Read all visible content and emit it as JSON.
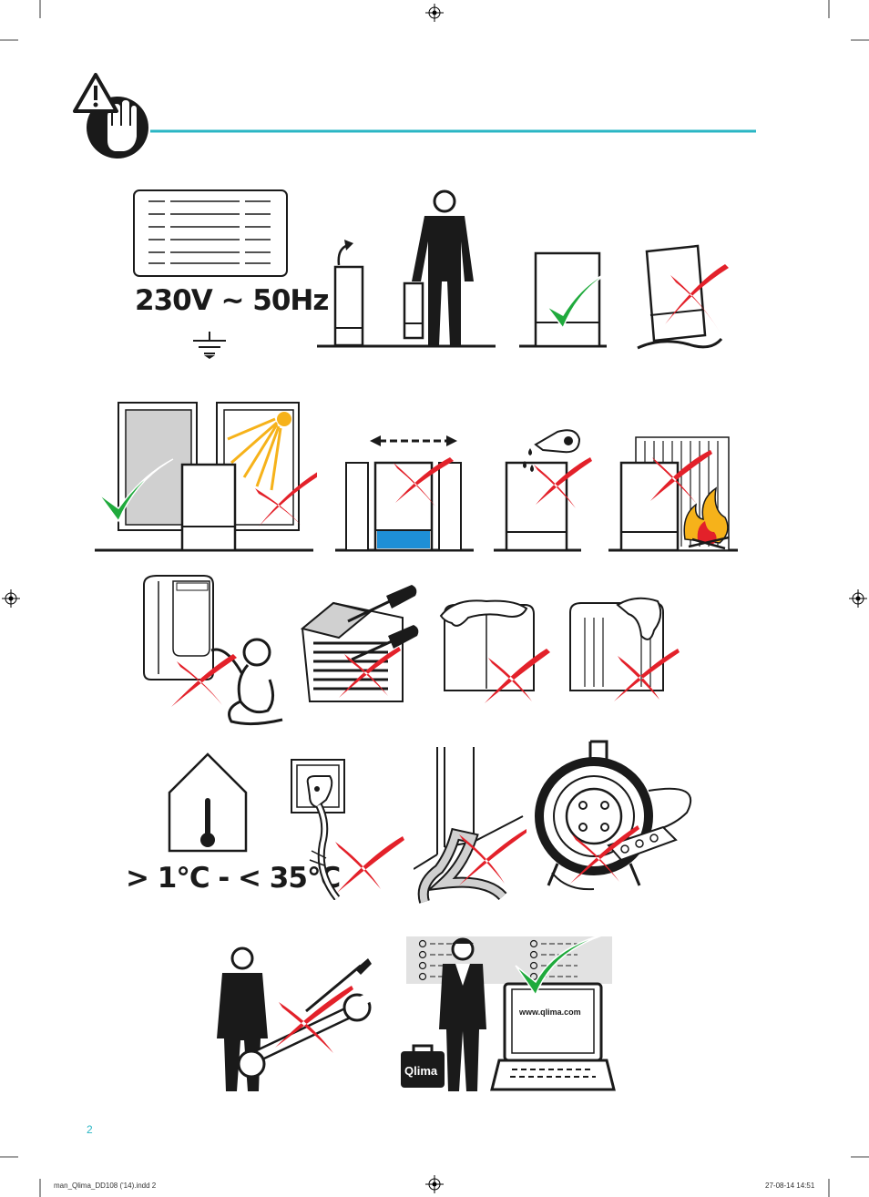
{
  "header": {
    "accent_color": "#2ab6c4"
  },
  "power_spec": {
    "voltage_label": "230V ~ 50Hz"
  },
  "temperature_spec": {
    "range_label": "> 1°C - < 35°C"
  },
  "service": {
    "url": "www.qlima.com",
    "brand": "Qlima"
  },
  "footer": {
    "page_number": "2",
    "file_slug": "man_Qlima_DD108 ('14).indd   2",
    "timestamp": "27-08-14   14:51"
  },
  "icons": [
    "warning-hand-icon",
    "grounding-icon",
    "check-icon",
    "cross-icon",
    "sun-icon",
    "fire-icon",
    "thermometer-icon",
    "wall-socket-icon",
    "cable-reel-icon",
    "power-strip-icon",
    "wrench-icon",
    "screwdriver-icon",
    "computer-icon",
    "toolbox-icon",
    "registration-mark-icon"
  ],
  "colors": {
    "check_green": "#1faa3c",
    "cross_red": "#e3212a",
    "water_blue": "#1e8fd6",
    "sun_yellow": "#f6b21a",
    "window_grey": "#d0d0d0"
  }
}
